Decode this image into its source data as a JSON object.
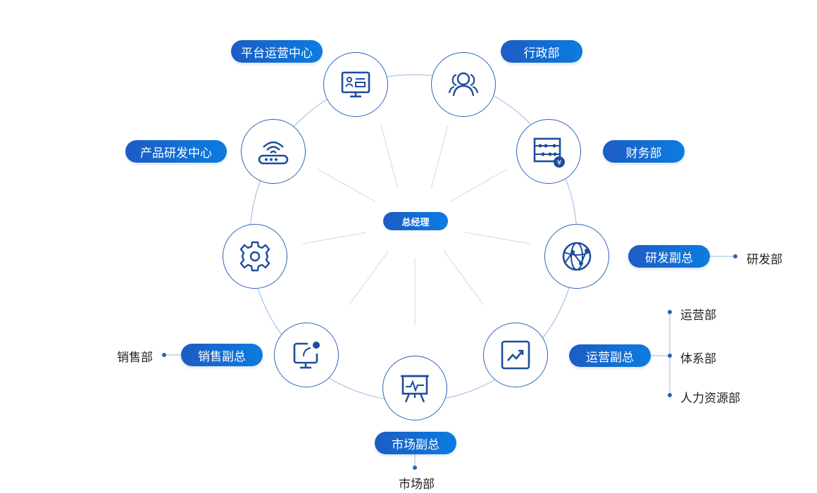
{
  "center": {
    "label": "总经理"
  },
  "units": [
    {
      "id": "platform",
      "label": "平台运营中心",
      "icon": "id-card-monitor-icon"
    },
    {
      "id": "admin",
      "label": "行政部",
      "icon": "people-icon"
    },
    {
      "id": "finance",
      "label": "财务部",
      "icon": "abacus-icon"
    },
    {
      "id": "rnd-vp",
      "label": "研发副总",
      "icon": "globe-network-icon",
      "departments": [
        "研发部"
      ]
    },
    {
      "id": "ops-vp",
      "label": "运营副总",
      "icon": "trend-chart-icon",
      "departments": [
        "运营部",
        "体系部",
        "人力资源部"
      ]
    },
    {
      "id": "market-vp",
      "label": "市场副总",
      "icon": "presentation-board-icon",
      "departments": [
        "市场部"
      ]
    },
    {
      "id": "sales-vp",
      "label": "销售副总",
      "icon": "touch-screen-icon",
      "departments": [
        "销售部"
      ]
    },
    {
      "id": "settings",
      "icon": "gear-icon"
    },
    {
      "id": "product",
      "label": "产品研发中心",
      "icon": "router-wifi-icon"
    }
  ],
  "colors": {
    "primary": "#2a63b8",
    "pill_start": "#1d5cc4",
    "pill_end": "#0b7ce0",
    "line": "#c8d9ee"
  }
}
